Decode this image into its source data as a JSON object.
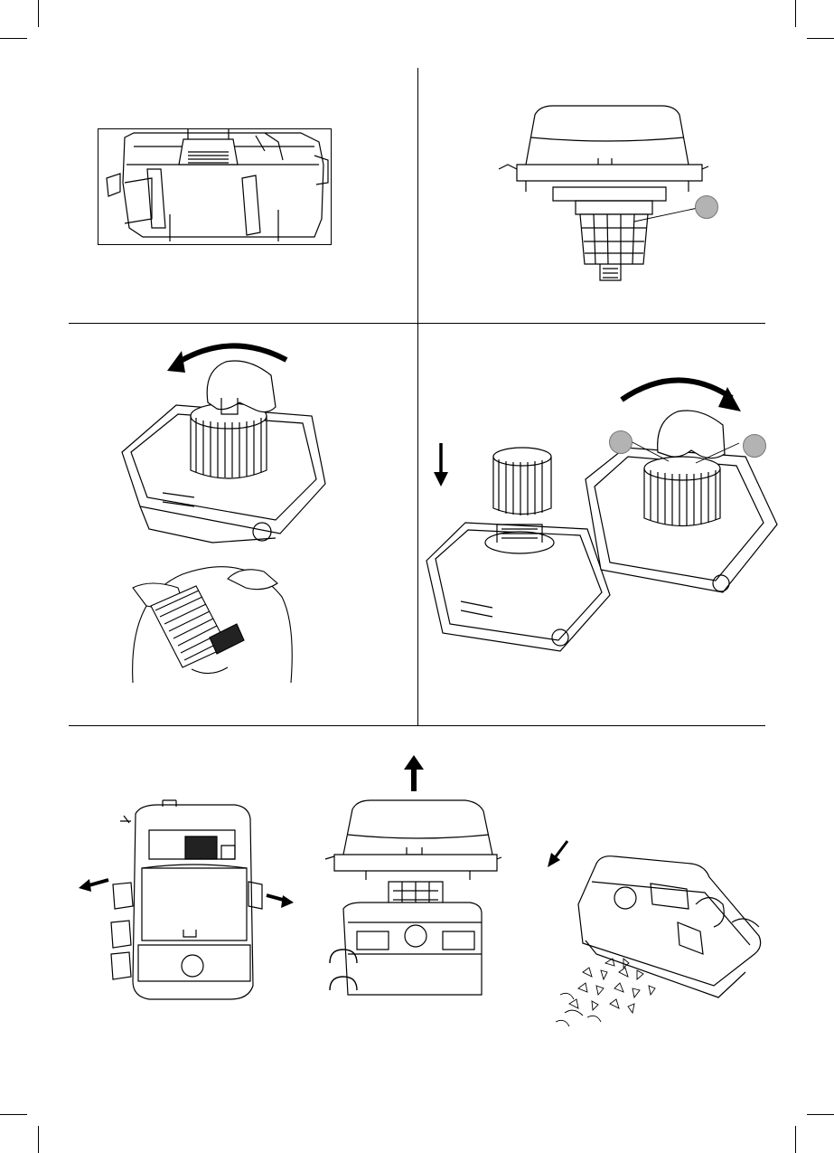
{
  "document": {
    "type": "instruction-manual-illustrations",
    "text_content": []
  },
  "colors": {
    "line": "#000000",
    "callout_fill": "#b3b3b3",
    "background": "#ffffff"
  },
  "panels": [
    {
      "id": "latch-detail",
      "callouts": 0
    },
    {
      "id": "head-with-filter",
      "callouts": 1
    },
    {
      "id": "remove-cartridge-and-clean",
      "callouts": 0,
      "rotation": "counter-clockwise"
    },
    {
      "id": "install-cartridge",
      "callouts": 2,
      "rotation": "clockwise"
    },
    {
      "id": "open-latches",
      "arrows": 2
    },
    {
      "id": "lift-head",
      "arrows": 1
    },
    {
      "id": "empty-tank",
      "arrows": 1
    }
  ],
  "icons": [
    "curved-rotation-arrow",
    "straight-arrow",
    "hand",
    "filter-cartridge",
    "vacuum-head",
    "vacuum-tank",
    "callout-circle"
  ]
}
